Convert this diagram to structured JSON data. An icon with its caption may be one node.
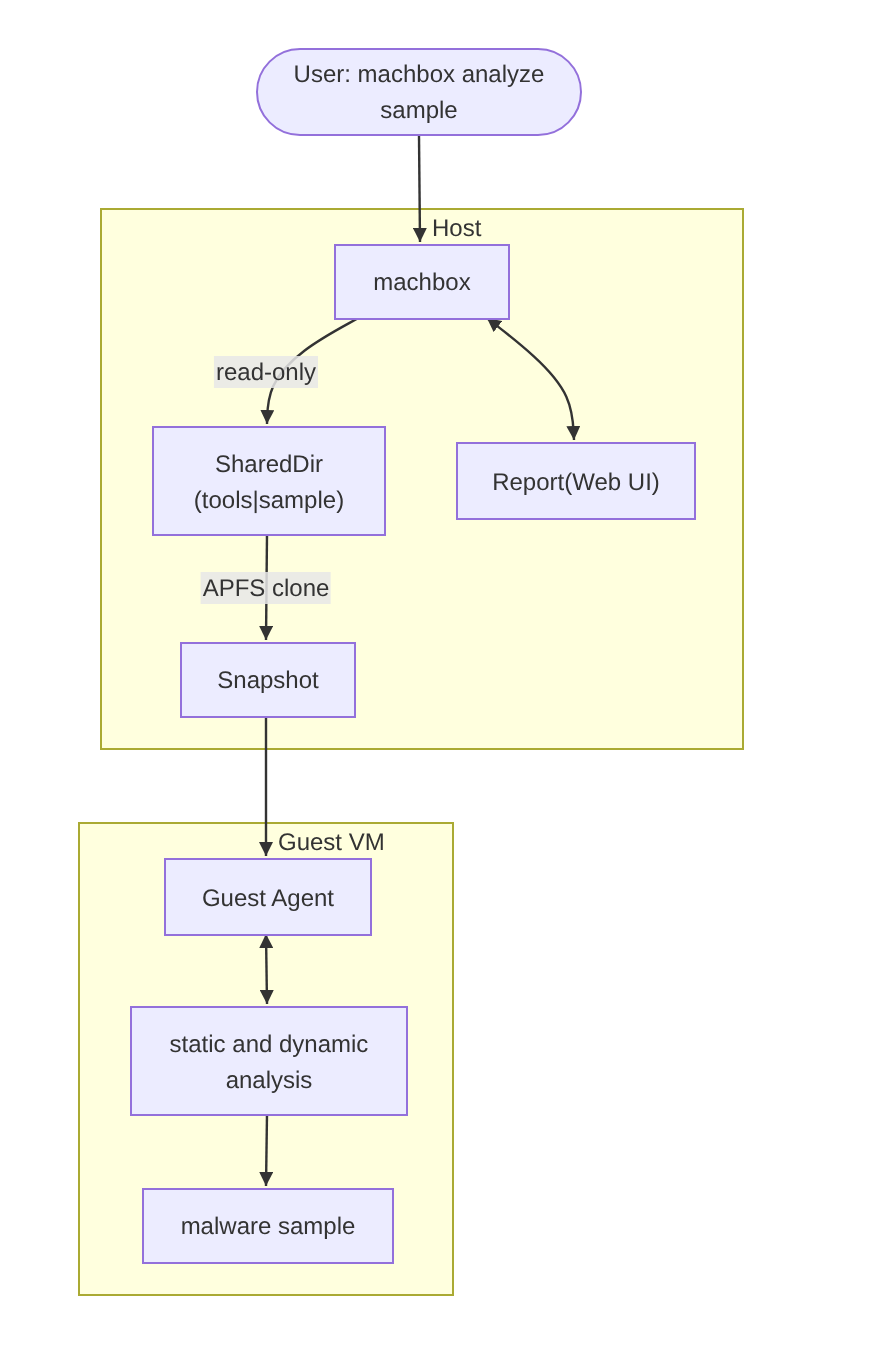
{
  "diagram": {
    "nodes": [
      {
        "text": [
          "User: machbox analyze sample"
        ]
      },
      {
        "text": [
          "Host"
        ]
      },
      {
        "text": [
          "machbox"
        ],
        "in": 1
      },
      {
        "text": [
          "SharedDir (tools|sample)"
        ],
        "in": 1
      },
      {
        "text": [
          "Report(Web UI)"
        ],
        "in": 1
      },
      {
        "text": [
          "Snapshot"
        ],
        "in": 1
      },
      {
        "text": [
          "Guest VM"
        ]
      },
      {
        "text": [
          "Guest Agent"
        ],
        "in": 6
      },
      {
        "text": [
          "static and dynamic analysis"
        ],
        "in": 6
      },
      {
        "text": [
          "malware sample"
        ],
        "in": 6
      }
    ],
    "edges": [
      {
        "from": 0,
        "to": 2,
        "arrow": "to"
      },
      {
        "from": 2,
        "to": 3,
        "arrow": "to",
        "label": "read-only"
      },
      {
        "from": 2,
        "to": 4,
        "arrow": "both"
      },
      {
        "from": 3,
        "to": 5,
        "arrow": "to",
        "label": "APFS clone"
      },
      {
        "from": 5,
        "to": 7,
        "arrow": "to"
      },
      {
        "from": 7,
        "to": 8,
        "arrow": "both"
      },
      {
        "from": 8,
        "to": 9,
        "arrow": "to"
      }
    ]
  }
}
